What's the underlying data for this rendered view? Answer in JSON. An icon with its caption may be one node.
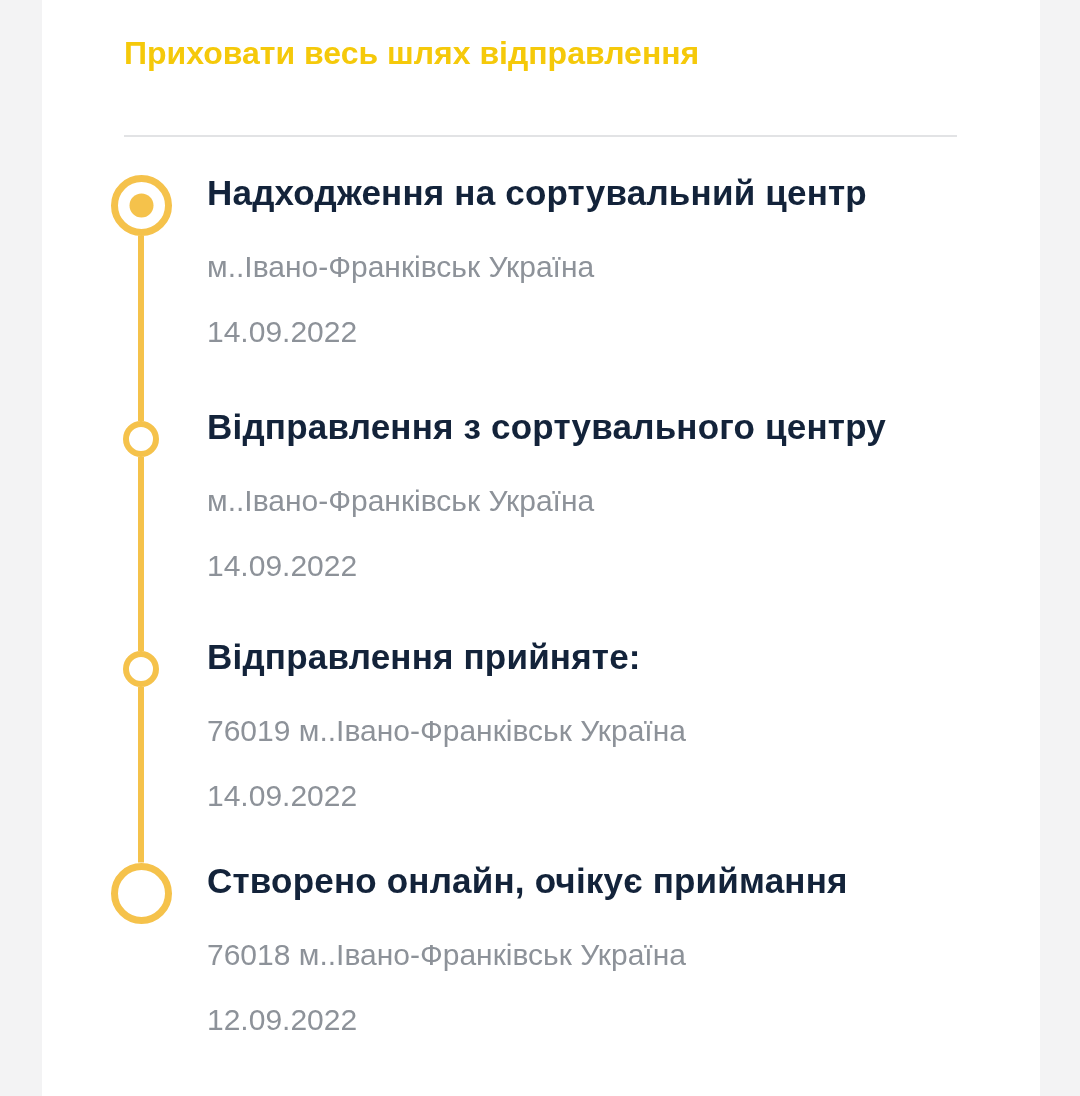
{
  "diagram": {
    "nodes": [
      {
        "text": [],
        "shape": "circle",
        "beside": [
          "Надходження на сортувальний центр",
          "м..Івано-Франківськ Україна",
          "14.09.2022"
        ]
      },
      {
        "text": [],
        "shape": "circle",
        "beside": [
          "Відправлення з сортувального центру",
          "м..Івано-Франківськ Україна",
          "14.09.2022"
        ]
      },
      {
        "text": [],
        "shape": "circle",
        "beside": [
          "Відправлення прийняте:",
          "76019 м..Івано-Франківськ Україна",
          "14.09.2022"
        ]
      },
      {
        "text": [],
        "shape": "circle",
        "beside": [
          "Створено онлайн, очікує приймання",
          "76018 м..Івано-Франківськ Україна",
          "12.09.2022"
        ]
      }
    ],
    "edges": [
      {
        "from": 0,
        "to": 1,
        "arrow": "none"
      },
      {
        "from": 1,
        "to": 2,
        "arrow": "none"
      },
      {
        "from": 2,
        "to": 3,
        "arrow": "none"
      }
    ],
    "labels": [
      "Приховати весь шлях відправлення"
    ]
  }
}
